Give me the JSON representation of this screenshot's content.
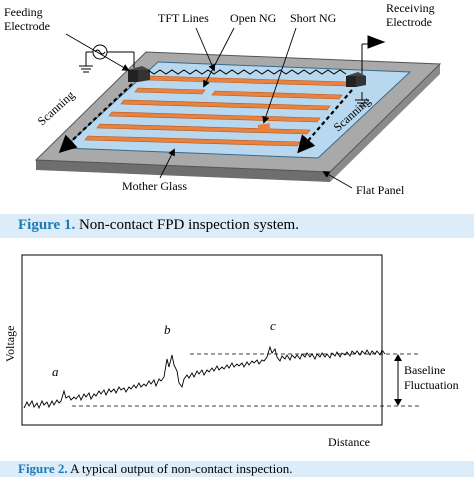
{
  "figure1": {
    "labels": {
      "feeding_electrode": [
        "Feeding",
        "Electrode"
      ],
      "tft_lines": "TFT Lines",
      "open_ng": "Open NG",
      "short_ng": "Short NG",
      "receiving_electrode": [
        "Receiving",
        "Electrode"
      ],
      "scanning_left": "Scanning",
      "scanning_right": "Scanning",
      "mother_glass": "Mother Glass",
      "flat_panel": "Flat Panel"
    },
    "caption": {
      "number": "Figure 1.",
      "text": " Non-contact FPD inspection system."
    },
    "colors": {
      "panel": "#a9a9a9",
      "glass": "#b8d8f0",
      "lines": "#e8823e",
      "short_marker": "#e8823e"
    }
  },
  "figure2": {
    "ylabel": "Voltage",
    "xlabel": "Distance",
    "peak_labels": [
      "a",
      "b",
      "c"
    ],
    "baseline_label": [
      "Baseline",
      "Fluctuation"
    ],
    "caption": {
      "number": "Figure 2.",
      "text": " A typical output of non-contact inspection."
    }
  }
}
